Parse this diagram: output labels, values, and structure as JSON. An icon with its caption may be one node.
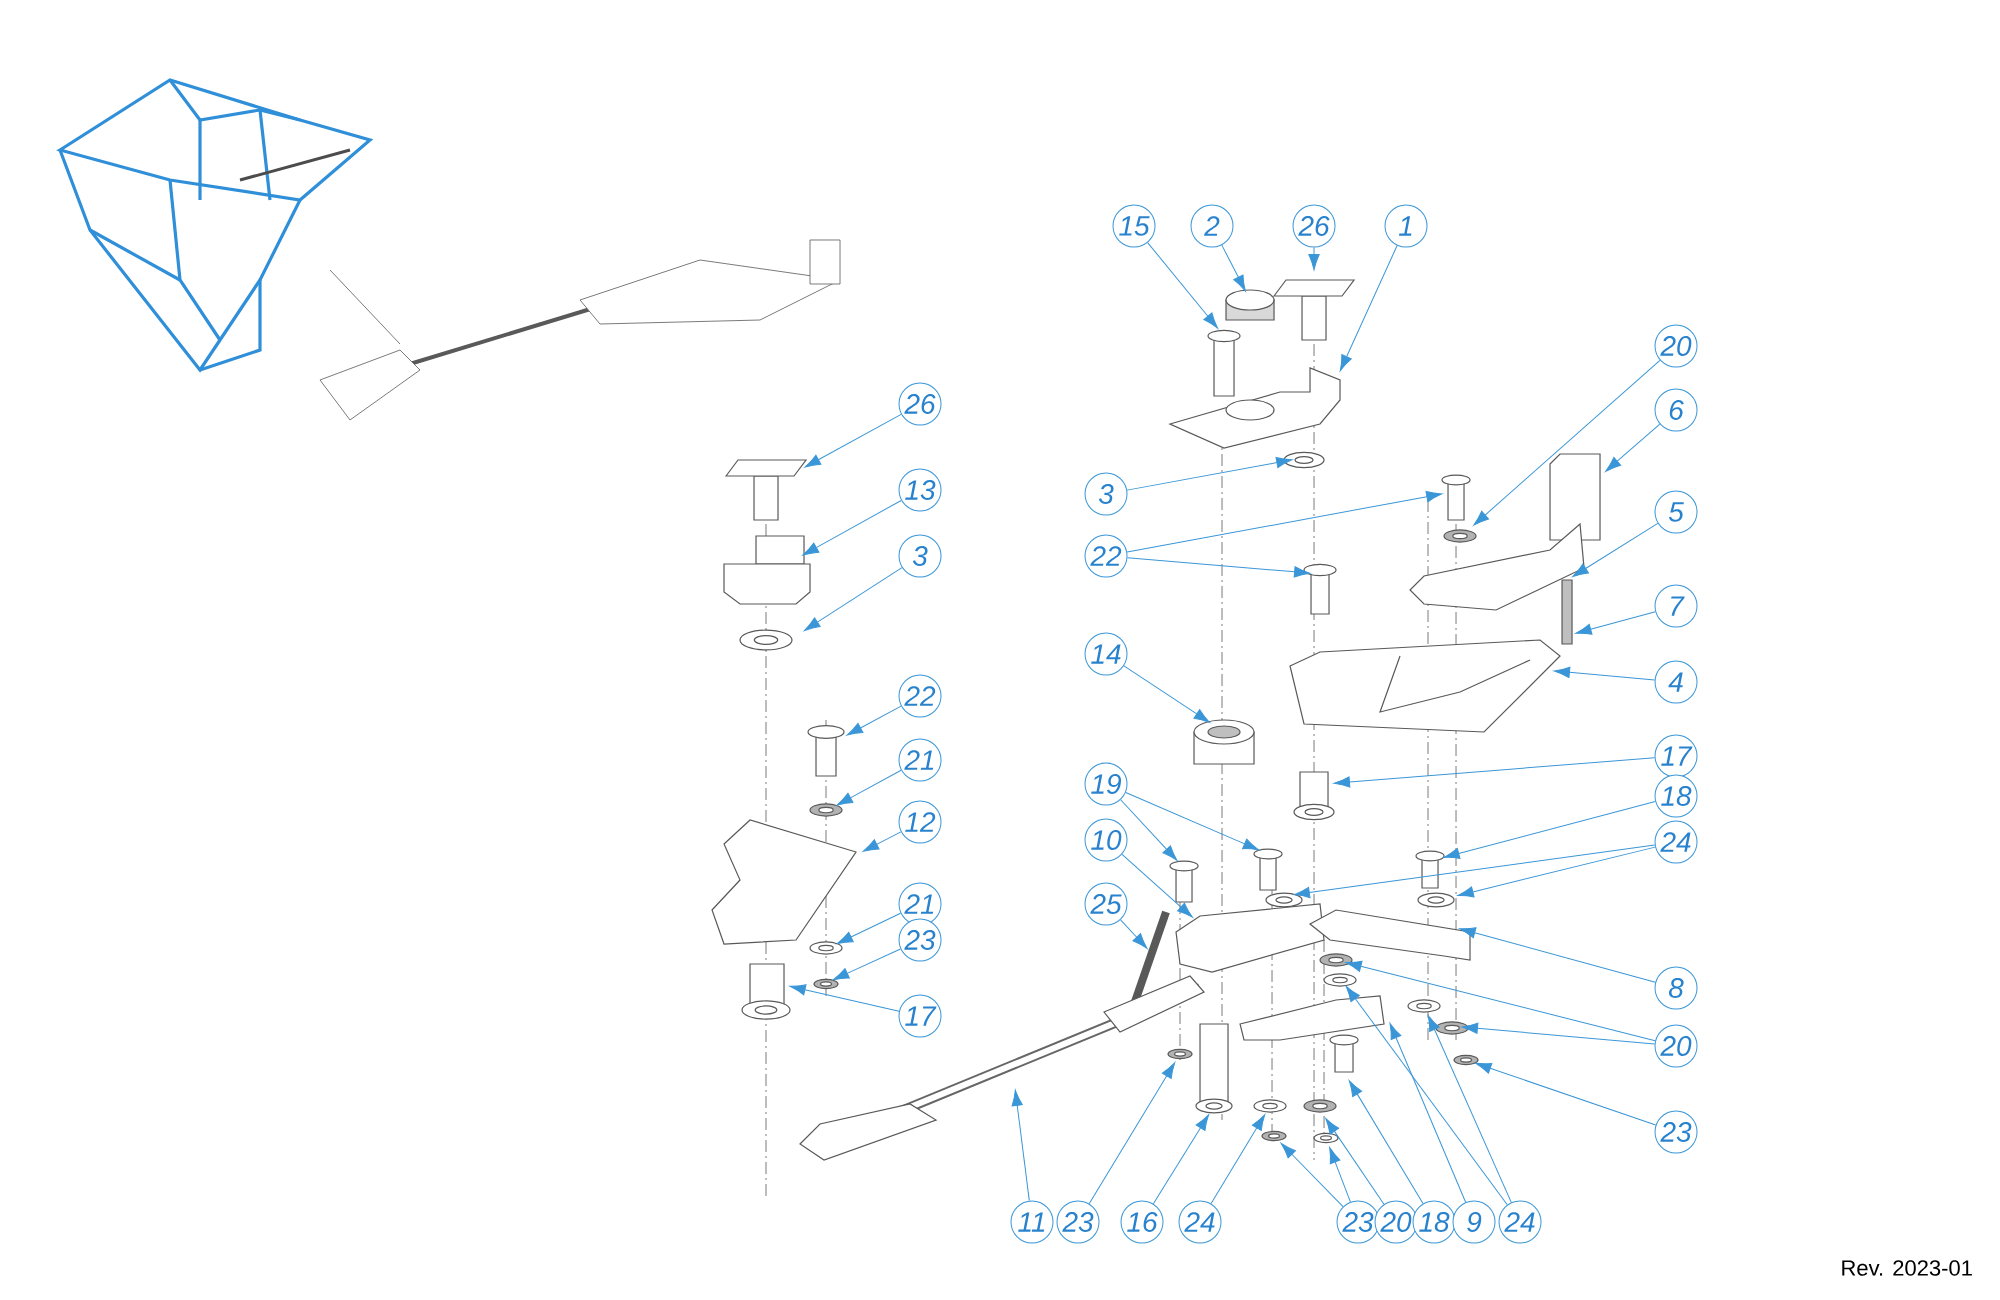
{
  "diagram": {
    "nodes": [
      {
        "text": [
          "15"
        ]
      },
      {
        "text": [
          "2"
        ]
      },
      {
        "text": [
          "26"
        ]
      },
      {
        "text": [
          "1"
        ]
      },
      {
        "text": [
          "20"
        ]
      },
      {
        "text": [
          "26"
        ]
      },
      {
        "text": [
          "6"
        ]
      },
      {
        "text": [
          "13"
        ]
      },
      {
        "text": [
          "3"
        ]
      },
      {
        "text": [
          "5"
        ]
      },
      {
        "text": [
          "3"
        ]
      },
      {
        "text": [
          "22"
        ]
      },
      {
        "text": [
          "7"
        ]
      },
      {
        "text": [
          "14"
        ]
      },
      {
        "text": [
          "4"
        ]
      },
      {
        "text": [
          "22"
        ]
      },
      {
        "text": [
          "17"
        ]
      },
      {
        "text": [
          "21"
        ]
      },
      {
        "text": [
          "19"
        ]
      },
      {
        "text": [
          "18"
        ]
      },
      {
        "text": [
          "12"
        ]
      },
      {
        "text": [
          "10"
        ]
      },
      {
        "text": [
          "24"
        ]
      },
      {
        "text": [
          "21"
        ]
      },
      {
        "text": [
          "25"
        ]
      },
      {
        "text": [
          "23"
        ]
      },
      {
        "text": [
          "8"
        ]
      },
      {
        "text": [
          "17"
        ]
      },
      {
        "text": [
          "20"
        ]
      },
      {
        "text": [
          "23"
        ]
      },
      {
        "text": [
          "11"
        ]
      },
      {
        "text": [
          "23"
        ]
      },
      {
        "text": [
          "16"
        ]
      },
      {
        "text": [
          "24"
        ]
      },
      {
        "text": [
          "23"
        ]
      },
      {
        "text": [
          "20"
        ]
      },
      {
        "text": [
          "18"
        ]
      },
      {
        "text": [
          "9"
        ]
      },
      {
        "text": [
          "24"
        ]
      }
    ],
    "edges": [
      {
        "from": 0,
        "to": null,
        "arrow": "to"
      },
      {
        "from": 1,
        "to": null,
        "arrow": "to"
      },
      {
        "from": 2,
        "to": null,
        "arrow": "to"
      },
      {
        "from": 3,
        "to": null,
        "arrow": "to"
      },
      {
        "from": 4,
        "to": null,
        "arrow": "to"
      },
      {
        "from": 5,
        "to": null,
        "arrow": "to"
      },
      {
        "from": 6,
        "to": null,
        "arrow": "to"
      },
      {
        "from": 7,
        "to": null,
        "arrow": "to"
      },
      {
        "from": 8,
        "to": null,
        "arrow": "to"
      },
      {
        "from": 9,
        "to": null,
        "arrow": "to"
      },
      {
        "from": 10,
        "to": null,
        "arrow": "to"
      },
      {
        "from": 11,
        "to": null,
        "arrow": "to"
      },
      {
        "from": 11,
        "to": null,
        "arrow": "to"
      },
      {
        "from": 12,
        "to": null,
        "arrow": "to"
      },
      {
        "from": 13,
        "to": null,
        "arrow": "to"
      },
      {
        "from": 14,
        "to": null,
        "arrow": "to"
      },
      {
        "from": 15,
        "to": null,
        "arrow": "to"
      },
      {
        "from": 16,
        "to": null,
        "arrow": "to"
      },
      {
        "from": 17,
        "to": null,
        "arrow": "to"
      },
      {
        "from": 18,
        "to": null,
        "arrow": "to"
      },
      {
        "from": 18,
        "to": null,
        "arrow": "to"
      },
      {
        "from": 19,
        "to": null,
        "arrow": "to"
      },
      {
        "from": 20,
        "to": null,
        "arrow": "to"
      },
      {
        "from": 21,
        "to": null,
        "arrow": "to"
      },
      {
        "from": 22,
        "to": null,
        "arrow": "to"
      },
      {
        "from": 22,
        "to": null,
        "arrow": "to"
      },
      {
        "from": 23,
        "to": null,
        "arrow": "to"
      },
      {
        "from": 24,
        "to": null,
        "arrow": "to"
      },
      {
        "from": 25,
        "to": null,
        "arrow": "to"
      },
      {
        "from": 26,
        "to": null,
        "arrow": "to"
      },
      {
        "from": 27,
        "to": null,
        "arrow": "to"
      },
      {
        "from": 28,
        "to": null,
        "arrow": "to"
      },
      {
        "from": 28,
        "to": null,
        "arrow": "to"
      },
      {
        "from": 29,
        "to": null,
        "arrow": "to"
      },
      {
        "from": 30,
        "to": null,
        "arrow": "to"
      },
      {
        "from": 31,
        "to": null,
        "arrow": "to"
      },
      {
        "from": 32,
        "to": null,
        "arrow": "to"
      },
      {
        "from": 33,
        "to": null,
        "arrow": "to"
      },
      {
        "from": 34,
        "to": null,
        "arrow": "to"
      },
      {
        "from": 34,
        "to": null,
        "arrow": "to"
      },
      {
        "from": 35,
        "to": null,
        "arrow": "to"
      },
      {
        "from": 36,
        "to": null,
        "arrow": "to"
      },
      {
        "from": 37,
        "to": null,
        "arrow": "to"
      },
      {
        "from": 38,
        "to": null,
        "arrow": "to"
      },
      {
        "from": 38,
        "to": null,
        "arrow": "to"
      }
    ],
    "labels": [
      "Rev. 2023-01"
    ]
  }
}
